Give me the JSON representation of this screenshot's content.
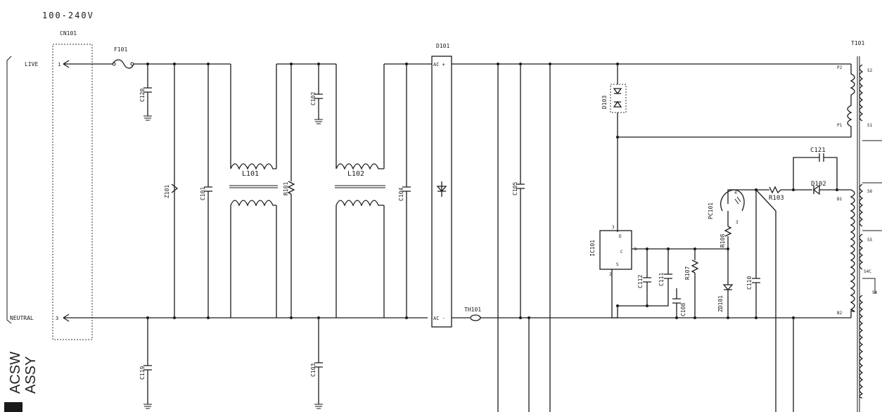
{
  "voltage_label": "100-240V",
  "connector": {
    "ref": "CN101",
    "pin_live": "1",
    "pin_neutral": "3",
    "live_label": "LIVE",
    "neutral_label": "NEUTRAL"
  },
  "components": {
    "fuse": "F101",
    "c120": "C120",
    "c119": "C119",
    "z101": "Z101",
    "c101": "C101",
    "l101": "L101",
    "r101": "R101",
    "c102": "C102",
    "c103": "C103",
    "l102": "L102",
    "c104": "C104",
    "d101": "D101",
    "d101_acp": "AC +",
    "d101_acm": "AC -",
    "th101": "TH101",
    "c105": "C105",
    "d103": "D103",
    "ic101": "IC101",
    "ic_pin3": "3",
    "ic_pinD": "D",
    "ic_pinC": "C",
    "ic_pinb": "b",
    "ic_pinS": "S",
    "ic_pin2": "2",
    "c112": "C112",
    "c111": "C111",
    "c108": "C108",
    "r107": "R107",
    "zd101": "ZD101",
    "r108": "R108",
    "pc101": "PC101",
    "pc_pin4": "4",
    "pc_pin3": "3",
    "c110": "C110",
    "r103": "R103",
    "c121": "C121",
    "d102": "D102",
    "t101": "T101",
    "p2": "P2",
    "p1": "P1",
    "b1": "B1",
    "b2": "B2",
    "s2": "S2",
    "s1": "S1",
    "s6": "S6",
    "s5": "S5",
    "s4c": "S4C",
    "s4": "S4"
  },
  "side_label": {
    "line1": "ACSW",
    "line2": "ASSY"
  }
}
